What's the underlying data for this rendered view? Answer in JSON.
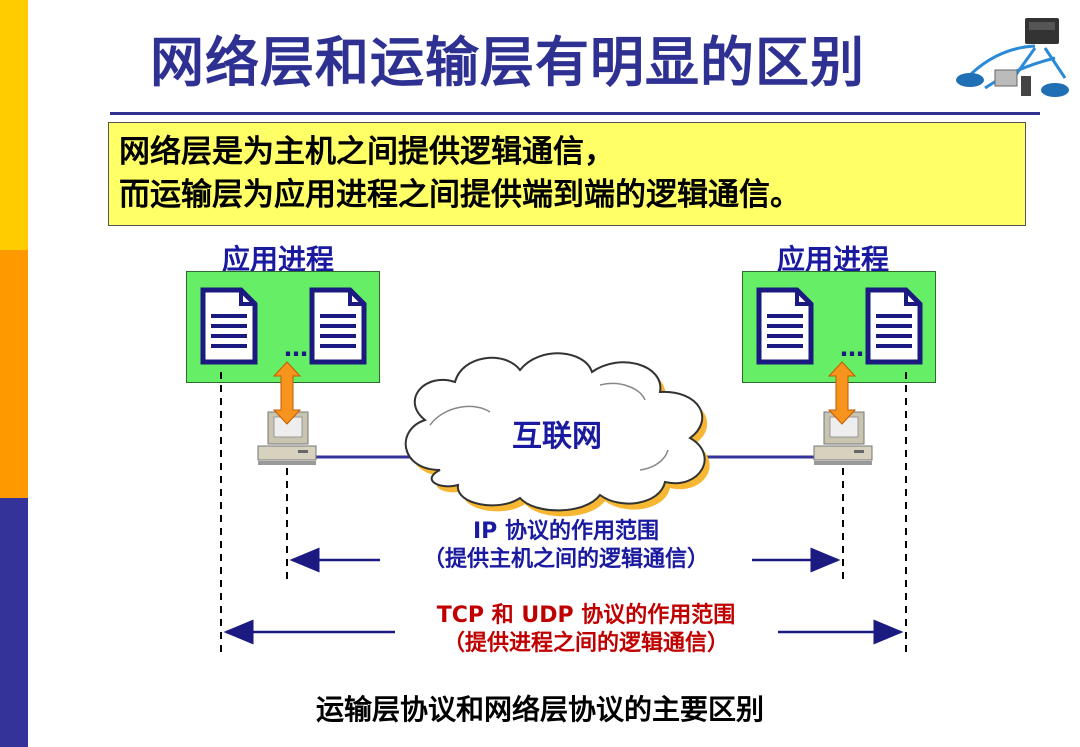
{
  "title": "网络层和运输层有明显的区别",
  "callout": {
    "line1": "网络层是为主机之间提供逻辑通信，",
    "line2": "而运输层为应用进程之间提供端到端的逻辑通信。"
  },
  "left_host": {
    "label": "应用进程",
    "ellipsis": "…"
  },
  "right_host": {
    "label": "应用进程",
    "ellipsis": "…"
  },
  "cloud_label": "互联网",
  "ip_scope": {
    "line1": "IP 协议的作用范围",
    "line2": "（提供主机之间的逻辑通信）"
  },
  "tcp_scope": {
    "line1": "TCP 和 UDP 协议的作用范围",
    "line2": "（提供进程之间的逻辑通信）"
  },
  "footer": "运输层协议和网络层协议的主要区别",
  "colors": {
    "title_blue": "#2e3192",
    "callout_yellow": "#ffff66",
    "process_green": "#66ee66",
    "scope_red": "#c00000",
    "arrow_orange": "#f7941d",
    "sidebar": [
      "#ffcc00",
      "#ff9900",
      "#333399"
    ]
  },
  "icons": [
    "network-logo-icon",
    "document-icon",
    "double-arrow-icon",
    "computer-icon",
    "cloud-icon"
  ]
}
